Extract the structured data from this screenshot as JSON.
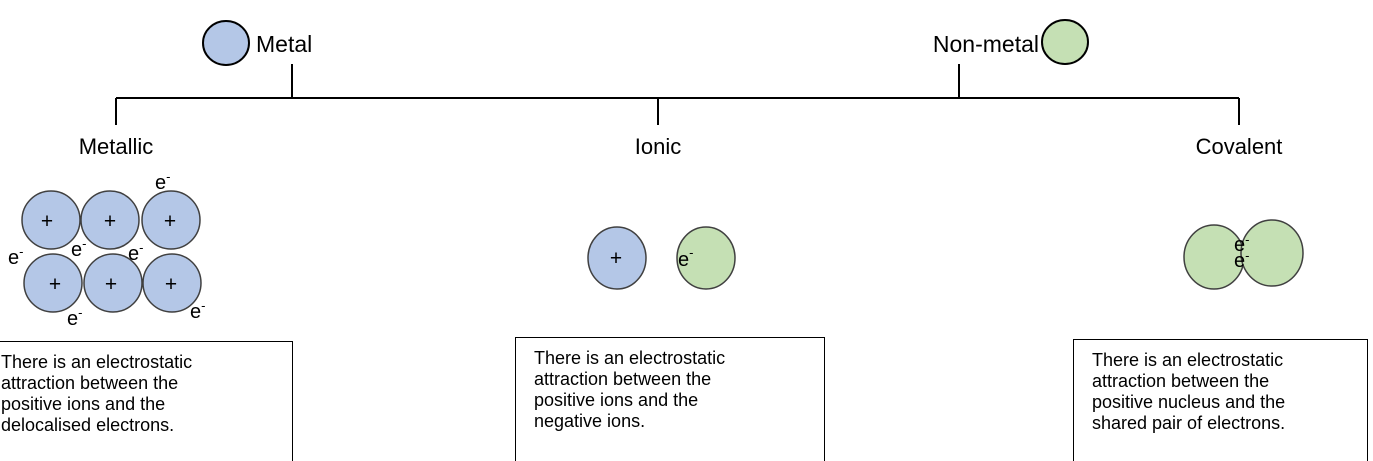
{
  "categories": {
    "metal": {
      "label": "Metal",
      "color": "#b4c7e7"
    },
    "non_metal": {
      "label": "Non-metal",
      "color": "#c5e0b4"
    }
  },
  "bond_types": [
    {
      "id": "metallic",
      "label": "Metallic",
      "positive_ion_symbol": "+",
      "electron_symbol": "e",
      "electron_superscript": "-",
      "description": "There is an electrostatic\nattraction between the\npositive ions and the\ndelocalised electrons."
    },
    {
      "id": "ionic",
      "label": "Ionic",
      "positive_ion_symbol": "+",
      "electron_symbol": "e",
      "electron_superscript": "-",
      "description": "There is an electrostatic\nattraction between the\npositive ions and the\nnegative ions."
    },
    {
      "id": "covalent",
      "label": "Covalent",
      "electron_symbol": "e",
      "electron_superscript": "-",
      "description": "There is an electrostatic\nattraction between the\npositive nucleus and the\nshared pair of electrons."
    }
  ],
  "colors": {
    "line": "#000000",
    "circle_outline": "#404040"
  }
}
